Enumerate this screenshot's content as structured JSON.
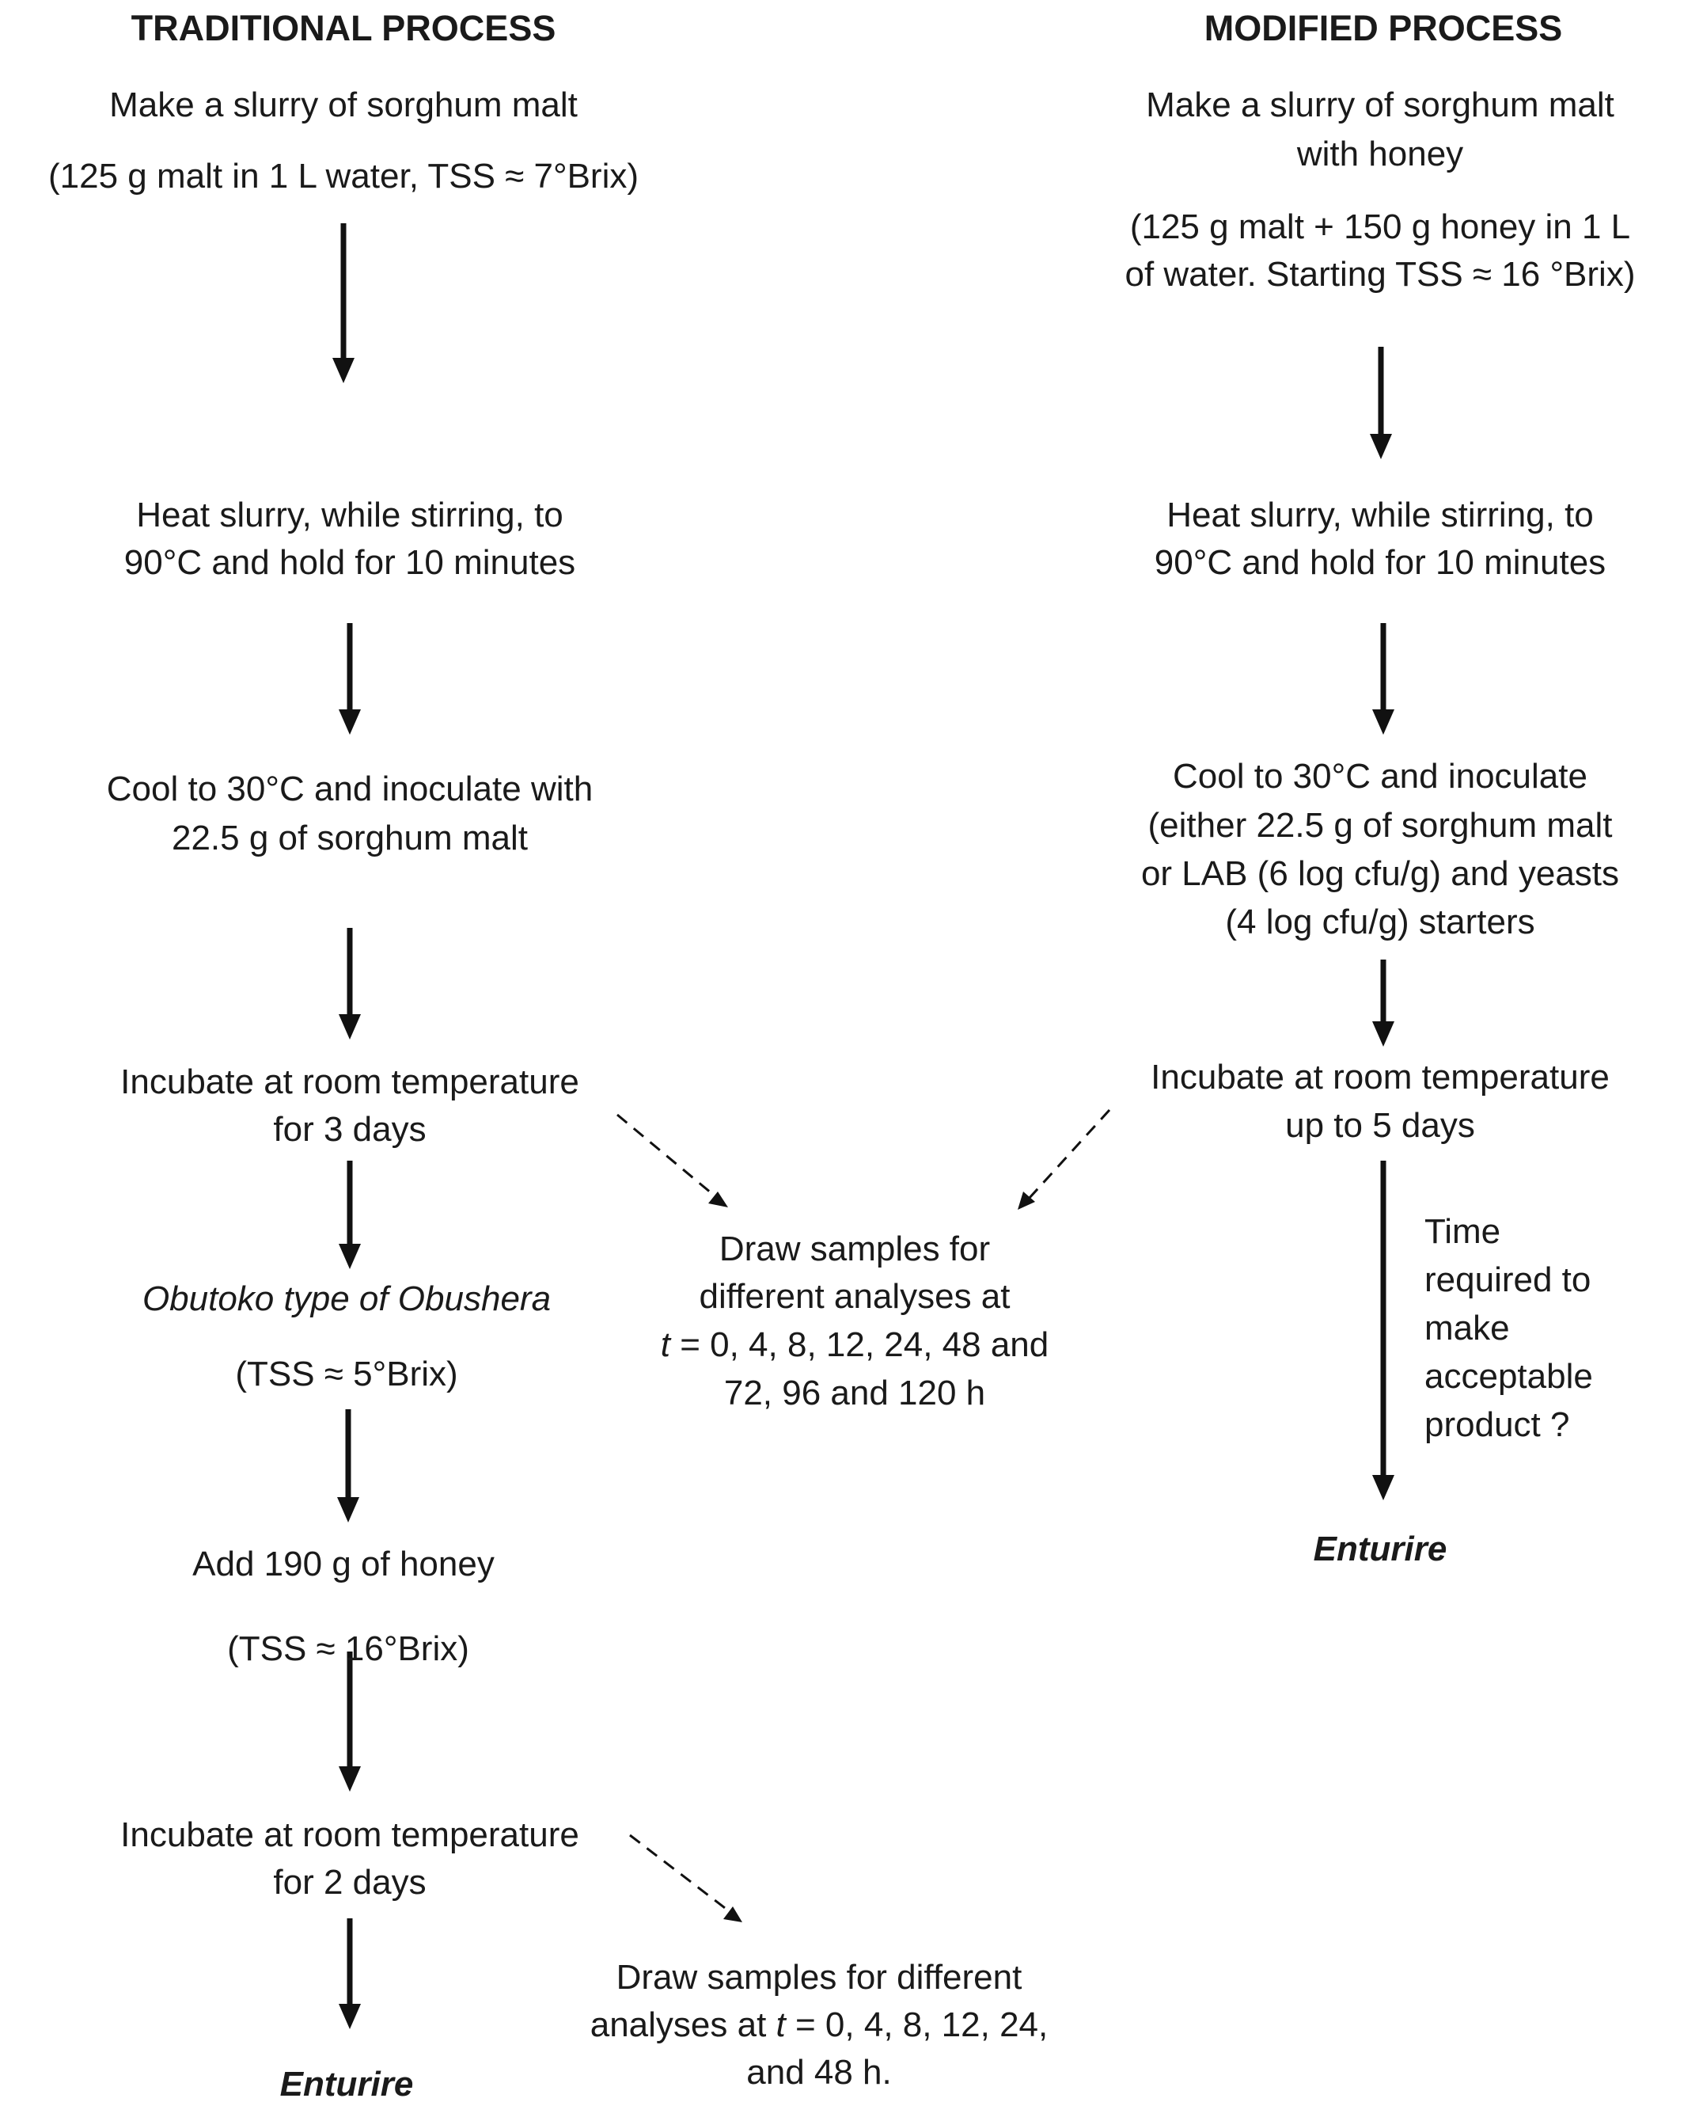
{
  "traditional": {
    "header": "TRADITIONAL PROCESS",
    "step1_line1": "Make a slurry of sorghum malt",
    "step1_line2": "(125 g malt in 1 L water, TSS ≈ 7°Brix)",
    "step2_line1": "Heat slurry, while stirring, to",
    "step2_line2": "90°C and hold for 10 minutes",
    "step3_line1": "Cool to 30°C and inoculate with",
    "step3_line2": "22.5 g of sorghum malt",
    "step4_line1": "Incubate at room temperature",
    "step4_line2": "for 3 days",
    "intermediate_name": "Obutoko type of Obushera",
    "intermediate_tss": "(TSS ≈ 5°Brix)",
    "step5": "Add 190 g of honey",
    "step5_tss": "(TSS ≈ 16°Brix)",
    "step6_line1": "Incubate at room temperature",
    "step6_line2": "for 2 days",
    "product": "Enturire"
  },
  "sampling1": {
    "line1": "Draw samples for",
    "line2": "different analyses at",
    "line3_var": "t",
    "line3_rest": " = 0, 4, 8, 12, 24, 48 and",
    "line4": "72, 96 and 120 h"
  },
  "sampling2": {
    "line1": "Draw samples for different",
    "line2_pre": "analyses at ",
    "line2_var": "t",
    "line2_rest": " = 0, 4, 8, 12, 24,",
    "line3": "and 48 h."
  },
  "modified": {
    "header": "MODIFIED PROCESS",
    "step1_line1": "Make a slurry of sorghum malt",
    "step1_line2": "with honey",
    "step1_line3": "(125 g malt + 150 g honey in 1 L",
    "step1_line4": "of water. Starting TSS ≈ 16 °Brix)",
    "step2_line1": "Heat slurry, while stirring, to",
    "step2_line2": "90°C and hold for 10 minutes",
    "step3_line1": "Cool to 30°C and inoculate",
    "step3_line2": "(either 22.5 g of sorghum malt",
    "step3_line3": "or LAB (6 log cfu/g) and yeasts",
    "step3_line4": "(4 log cfu/g) starters",
    "step4_line1": "Incubate at room temperature",
    "step4_line2": "up to 5 days",
    "note_line1": "Time",
    "note_line2": "required to",
    "note_line3": "make",
    "note_line4": "acceptable",
    "note_line5": "product ?",
    "product": "Enturire"
  }
}
